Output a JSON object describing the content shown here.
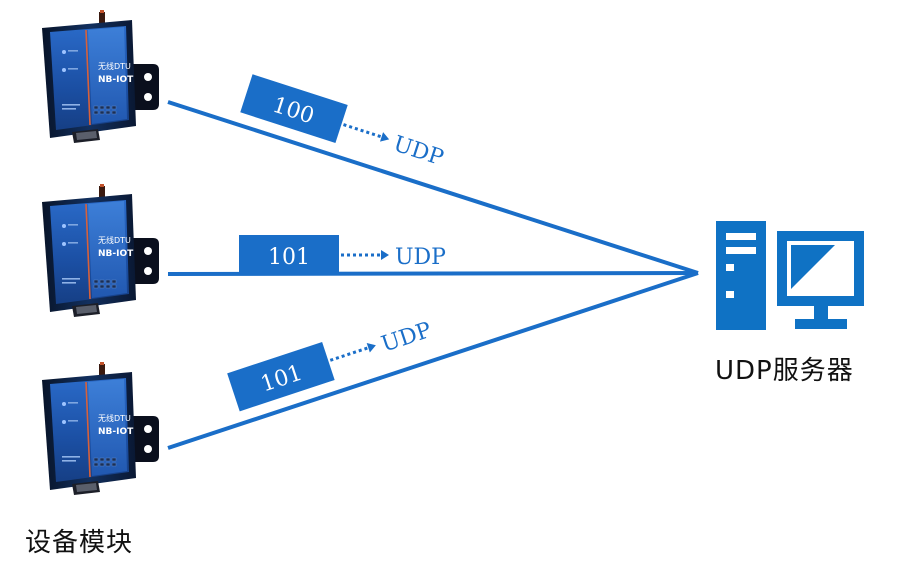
{
  "colors": {
    "link": "#1a6ec8",
    "server": "#0f72c4",
    "device_dark": "#0d1e3d",
    "device_blue": "#1f57ad",
    "white": "#ffffff"
  },
  "device": {
    "brand": "无线DTU",
    "model": "NB-IOT"
  },
  "packets": [
    {
      "id": "100",
      "protocol": "UDP"
    },
    {
      "id": "101",
      "protocol": "UDP"
    },
    {
      "id": "101",
      "protocol": "UDP"
    }
  ],
  "server": {
    "icon": "server-computer-icon",
    "label": "UDP服务器"
  },
  "devices_label": "设备模块"
}
